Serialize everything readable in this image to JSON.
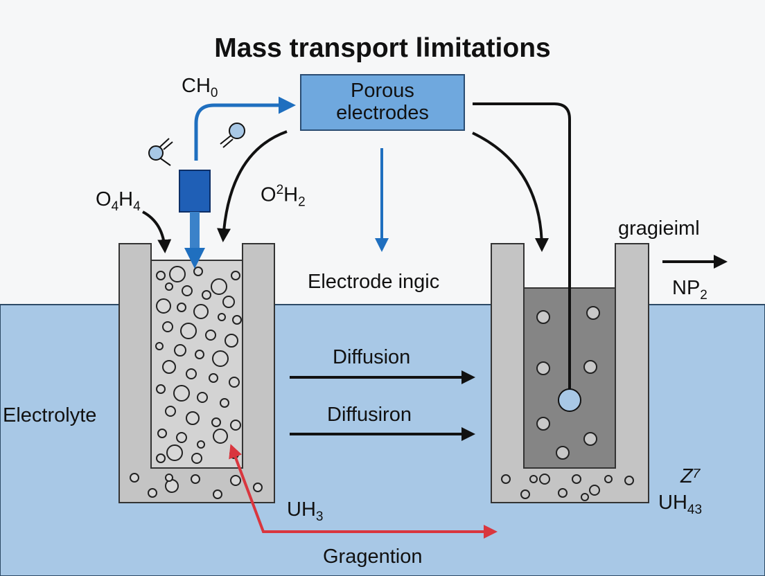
{
  "title": "Mass transport limitations",
  "porous_box": {
    "line1": "Porous",
    "line2": "electrodes"
  },
  "labels": {
    "ch0": {
      "base": "CH",
      "sub": "0"
    },
    "o4h4": {
      "a": "O",
      "a_sub": "4",
      "b": "H",
      "b_sub": "4"
    },
    "o2h2": {
      "a": "O",
      "a_sup": "2",
      "b": "H",
      "b_sub": "2"
    },
    "electrode_ingic": "Electrode ingic",
    "gragieiml": "gragieiml",
    "np2": {
      "base": "NP",
      "sub": "2"
    },
    "diffusion_1": "Diffusion",
    "diffusion_2": "Diffusiron",
    "electrolyte": "Electrolyte",
    "uh3": {
      "base": "UH",
      "sub": "3"
    },
    "gragention": "Gragention",
    "z7": "Z⁷",
    "uh43": {
      "base": "UH",
      "sub": "43"
    }
  },
  "colors": {
    "background": "#f6f7f8",
    "electrolyte": "#a8c8e6",
    "electrode_wall": "#c4c4c4",
    "porous_fill": "#d3d3d3",
    "right_core": "#858585",
    "blue_arrow": "#1f6fbf",
    "blue_box": "#6fa8de",
    "red_arrow": "#d9363e",
    "black": "#111111"
  }
}
